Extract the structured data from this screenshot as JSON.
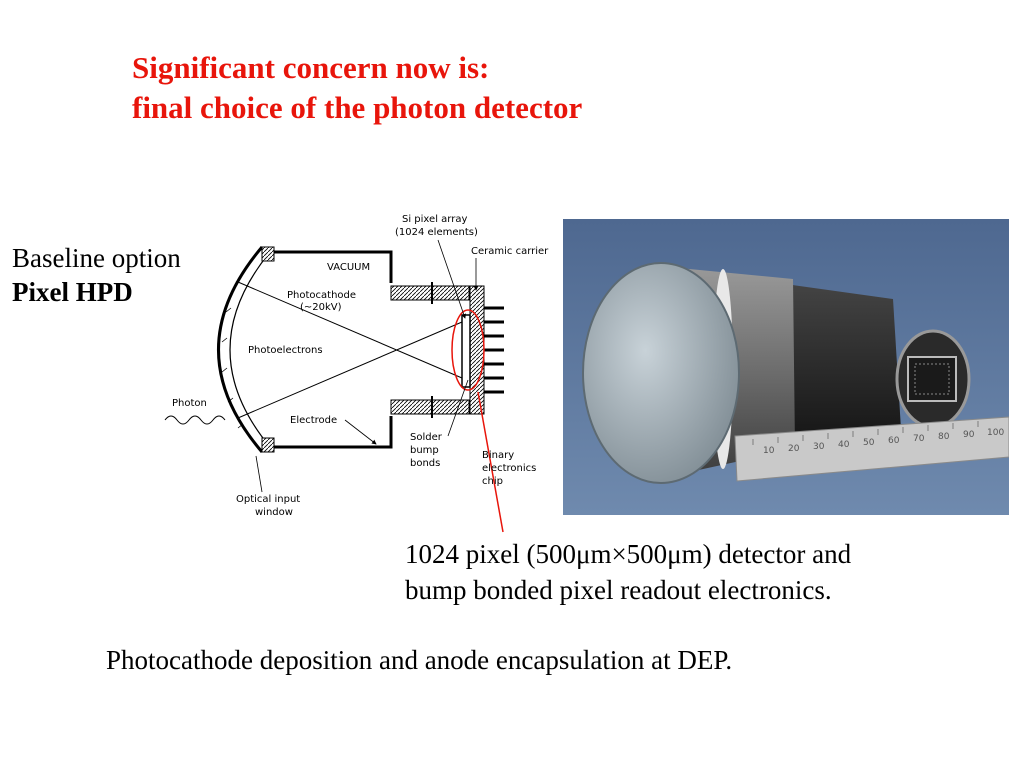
{
  "title": {
    "line1": "Significant concern now is:",
    "line2": "final choice of the photon detector"
  },
  "baseline": {
    "line1": "Baseline option",
    "line2": "Pixel HPD"
  },
  "diagram": {
    "labels": {
      "si_array_1": "Si pixel array",
      "si_array_2": "(1024 elements)",
      "ceramic": "Ceramic carrier",
      "vacuum": "VACUUM",
      "photocathode_1": "Photocathode",
      "photocathode_2": "(~20kV)",
      "photoelectrons": "Photoelectrons",
      "photon": "Photon",
      "electrode": "Electrode",
      "solder_1": "Solder",
      "solder_2": "bump",
      "solder_3": "bonds",
      "binary_1": "Binary",
      "binary_2": "electronics",
      "binary_3": "chip",
      "window_1": "Optical input",
      "window_2": "window"
    },
    "colors": {
      "highlight": "#e8150b",
      "title": "#e8150b"
    }
  },
  "photo": {
    "ruler_ticks": [
      "10",
      "20",
      "30",
      "40",
      "50",
      "60",
      "70",
      "80",
      "90",
      "100"
    ]
  },
  "caption": {
    "line1": "1024 pixel (500μm×500μm) detector and",
    "line2": "bump bonded pixel readout electronics."
  },
  "footer": "Photocathode deposition and anode encapsulation at DEP."
}
